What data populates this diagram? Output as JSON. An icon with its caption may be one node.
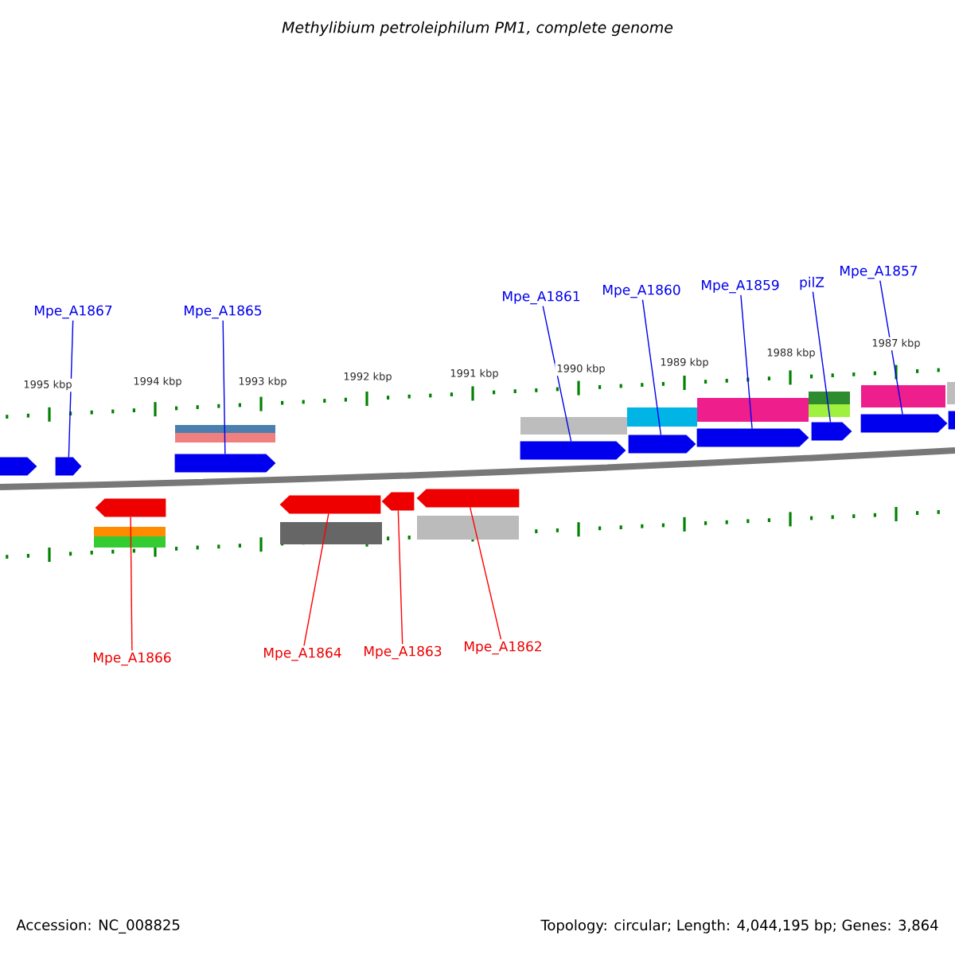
{
  "diagram": {
    "title": "Methylibium petroleiphilum PM1, complete genome",
    "nodes": [
      {
        "text": [
          "Mpe_A1867"
        ]
      },
      {
        "text": [
          "Mpe_A1865"
        ]
      },
      {
        "text": [
          "Mpe_A1861"
        ]
      },
      {
        "text": [
          "Mpe_A1860"
        ]
      },
      {
        "text": [
          "Mpe_A1859"
        ]
      },
      {
        "text": [
          "pilZ"
        ]
      },
      {
        "text": [
          "Mpe_A1857"
        ]
      },
      {
        "text": [],
        "shape": "pentagon"
      },
      {
        "text": [],
        "shape": "pentagon"
      },
      {
        "text": [],
        "shape": "pentagon"
      },
      {
        "text": [],
        "shape": "pentagon"
      },
      {
        "text": [],
        "shape": "pentagon"
      },
      {
        "text": [],
        "shape": "pentagon"
      },
      {
        "text": [],
        "shape": "pentagon"
      },
      {
        "text": [],
        "shape": "pentagon"
      },
      {
        "text": [],
        "shape": "pentagon"
      },
      {
        "text": [],
        "shape": "pentagon"
      },
      {
        "text": [],
        "shape": "pentagon"
      },
      {
        "text": [],
        "shape": "pentagon"
      },
      {
        "text": [],
        "shape": "pentagon"
      },
      {
        "text": [
          "Mpe_A1866"
        ]
      },
      {
        "text": [
          "Mpe_A1864"
        ]
      },
      {
        "text": [
          "Mpe_A1863"
        ]
      },
      {
        "text": [
          "Mpe_A1862"
        ]
      }
    ],
    "edges": [
      {
        "from": 0,
        "to": 8,
        "arrow": "none"
      },
      {
        "from": 1,
        "to": 9,
        "arrow": "none"
      },
      {
        "from": 2,
        "to": 10,
        "arrow": "none"
      },
      {
        "from": 3,
        "to": 11,
        "arrow": "none"
      },
      {
        "from": 4,
        "to": 12,
        "arrow": "none"
      },
      {
        "from": 5,
        "to": 13,
        "arrow": "none"
      },
      {
        "from": 6,
        "to": 14,
        "arrow": "none"
      },
      {
        "from": 20,
        "to": 16,
        "arrow": "none",
        "color": "#ff0000"
      },
      {
        "from": 21,
        "to": 17,
        "arrow": "none",
        "color": "#ff0000"
      },
      {
        "from": 22,
        "to": 18,
        "arrow": "none",
        "color": "#ff0000"
      },
      {
        "from": 23,
        "to": 19,
        "arrow": "none",
        "color": "#ff0000"
      }
    ],
    "labels": [
      "1995 kbp",
      "1994 kbp",
      "1993 kbp",
      "1992 kbp",
      "1991 kbp",
      "1990 kbp",
      "1989 kbp",
      "1988 kbp",
      "1987 kbp",
      "Accession: NC_008825",
      "Topology: circular; Length: 4,044,195 bp; Genes: 3,864"
    ]
  }
}
